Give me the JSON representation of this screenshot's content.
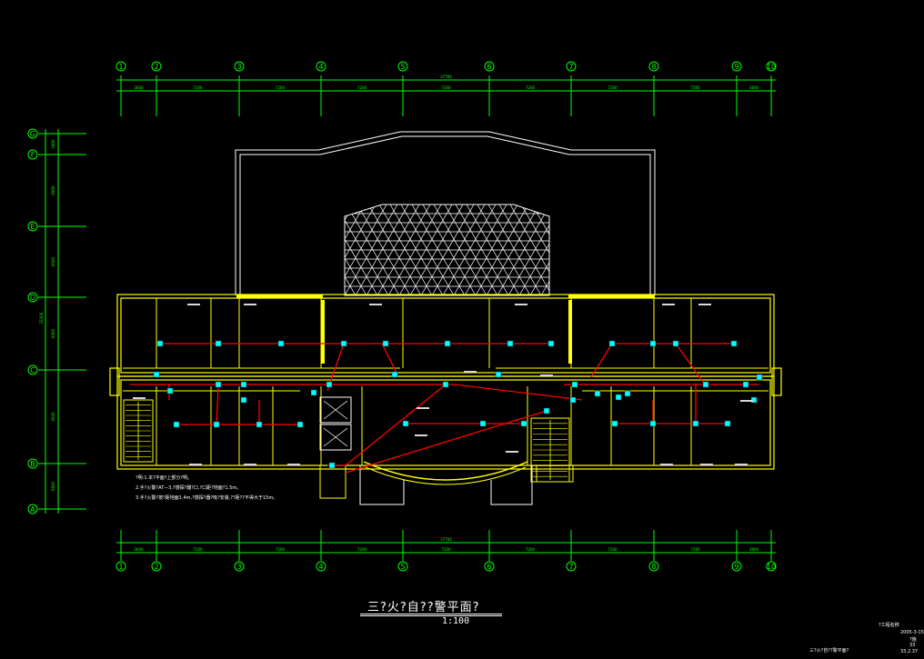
{
  "drawing": {
    "title": "三?火?自??警平面?",
    "scale": "1:100",
    "colors": {
      "background": "#000000",
      "axis": "#00ff00",
      "wall": "#ffff00",
      "wire": "#ff0000",
      "device": "#00ffff",
      "outline": "#ffffff"
    }
  },
  "grid": {
    "columns": [
      "1",
      "2",
      "3",
      "4",
      "5",
      "6",
      "7",
      "8",
      "9",
      "10"
    ],
    "rows": [
      "G",
      "F",
      "E",
      "D",
      "C",
      "B",
      "A"
    ],
    "total_width_label": "37700",
    "column_spacings": [
      "3600",
      "7200",
      "7200",
      "7200",
      "7200",
      "7200",
      "7200",
      "7200",
      "3600"
    ],
    "row_spacings": [
      "1800",
      "6900",
      "6500",
      "6000",
      "4500",
      "5600"
    ],
    "total_height_label": "33300"
  },
  "notes": [
    "?明:1.本?平面?上部分?明。",
    "2.手?火警?AT—3,?感探?器?口,?口距?地面?1.5m。",
    "3.手?火警?按?距地面1.4m,?感探?器?吸?安装,??距??不得大于15m。"
  ],
  "title_block": {
    "cells": [
      "?工程名称",
      "2005-3-15",
      "?施",
      "33",
      "三?火?自??警平面?",
      "33.2.37"
    ]
  }
}
